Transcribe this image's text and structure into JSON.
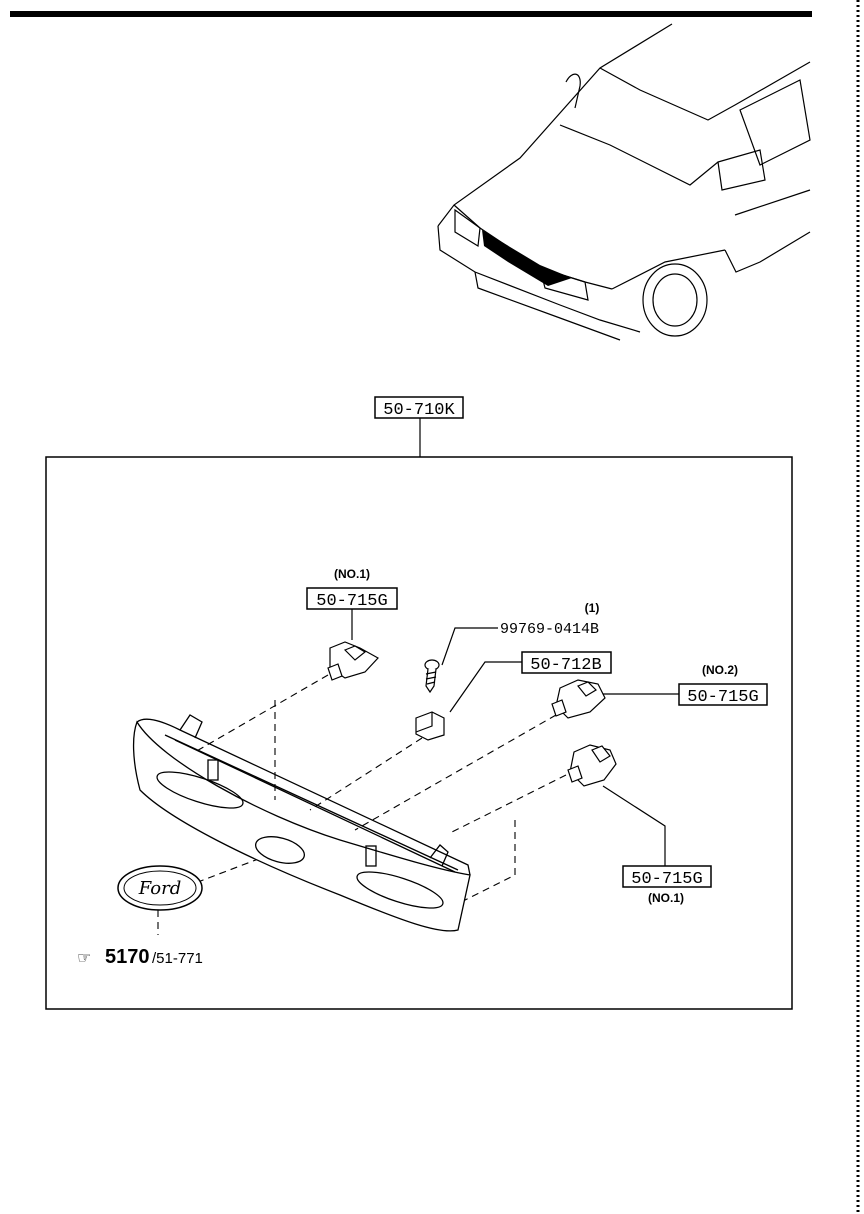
{
  "assembly": {
    "part_no": "50-710K"
  },
  "screw": {
    "qty": "(1)",
    "part_no": "99769-0414B"
  },
  "holder": {
    "part_no": "50-712B"
  },
  "clip_top_left": {
    "note": "(NO.1)",
    "part_no": "50-715G"
  },
  "clip_right_upper": {
    "note": "(NO.2)",
    "part_no": "50-715G"
  },
  "clip_right_lower": {
    "note": "(NO.1)",
    "part_no": "50-715G"
  },
  "emblem": {
    "text": "Ford"
  },
  "reference": {
    "symbol": "☞",
    "main": "5170",
    "sub": "/51-771"
  }
}
